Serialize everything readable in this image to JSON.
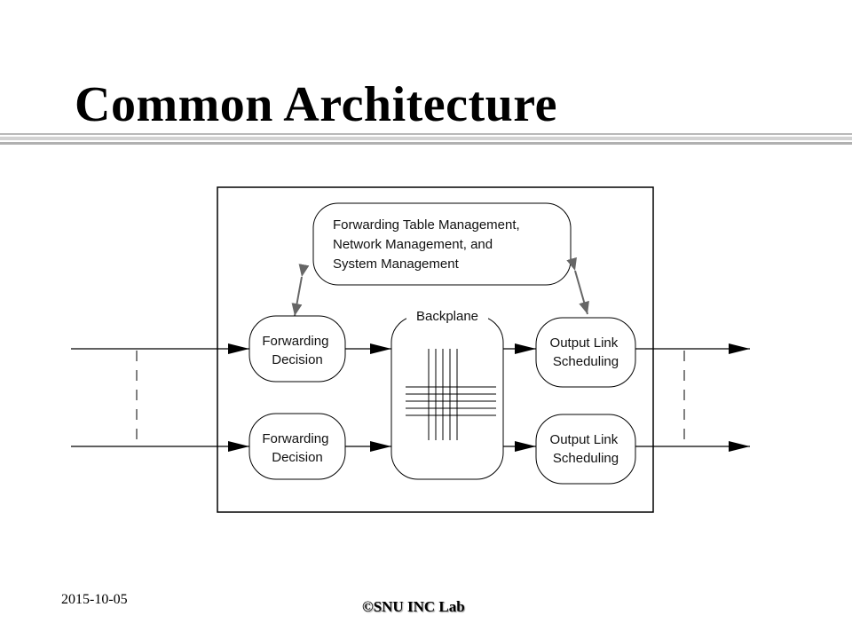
{
  "slide": {
    "title": "Common Architecture"
  },
  "diagram": {
    "mgmt_lines": [
      "Forwarding Table Management,",
      "Network Management, and",
      "System Management"
    ],
    "backplane_label": "Backplane",
    "fwd_top": [
      "Forwarding",
      "Decision"
    ],
    "fwd_bottom": [
      "Forwarding",
      "Decision"
    ],
    "out_top": [
      "Output Link",
      "Scheduling"
    ],
    "out_bottom": [
      "Output Link",
      "Scheduling"
    ]
  },
  "footer": {
    "date": "2015-10-05",
    "lab": "©SNU INC Lab"
  }
}
